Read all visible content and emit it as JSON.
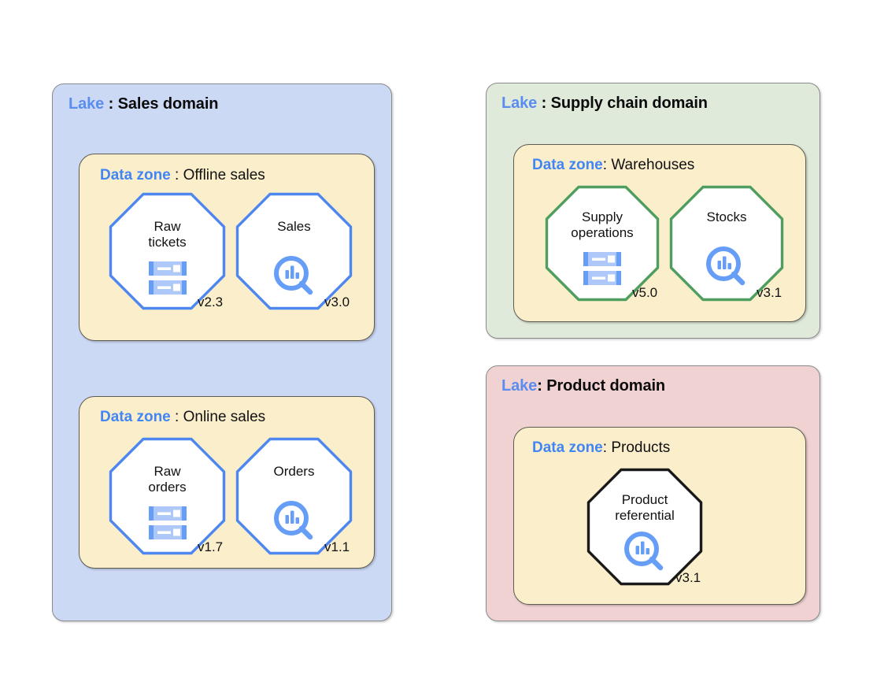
{
  "diagram": {
    "title_keyword_lake": "Lake",
    "title_keyword_zone": "Data zone",
    "colors": {
      "lake_sales_fill": "#ccd9f5",
      "lake_supply_fill": "#dfeada",
      "lake_product_fill": "#f0d2d2",
      "zone_fill": "#faeecb",
      "accent_blue": "#4285f4",
      "keyword_blue": "#5b8def",
      "octagon_blue": "#4d87ef",
      "octagon_green": "#4e9e5f",
      "octagon_black": "#1a1a1a",
      "icon_blue_dark": "#669df6",
      "icon_blue_light": "#aec8fa"
    }
  },
  "lakes": [
    {
      "id": "sales",
      "keyword": "Lake",
      "separator": " : ",
      "name": "Sales domain",
      "fill": "#ccd9f5",
      "zones": [
        {
          "id": "offline-sales",
          "keyword": "Data zone",
          "separator": " : ",
          "name": "Offline sales",
          "assets": [
            {
              "id": "raw-tickets",
              "label": "Raw\ntickets",
              "version": "v2.3",
              "icon": "database-icon",
              "stroke": "#4d87ef"
            },
            {
              "id": "sales",
              "label": "Sales",
              "version": "v3.0",
              "icon": "data-search-chart-icon",
              "stroke": "#4d87ef"
            }
          ]
        },
        {
          "id": "online-sales",
          "keyword": "Data zone",
          "separator": " : ",
          "name": "Online sales",
          "assets": [
            {
              "id": "raw-orders",
              "label": "Raw\norders",
              "version": "v1.7",
              "icon": "database-icon",
              "stroke": "#4d87ef"
            },
            {
              "id": "orders",
              "label": "Orders",
              "version": "v1.1",
              "icon": "data-search-chart-icon",
              "stroke": "#4d87ef"
            }
          ]
        }
      ]
    },
    {
      "id": "supply-chain",
      "keyword": "Lake",
      "separator": " : ",
      "name": "Supply chain domain",
      "fill": "#dfeada",
      "zones": [
        {
          "id": "warehouses",
          "keyword": "Data zone",
          "separator": ": ",
          "name": "Warehouses",
          "assets": [
            {
              "id": "supply-operations",
              "label": "Supply\noperations",
              "version": "v5.0",
              "icon": "database-icon",
              "stroke": "#4e9e5f"
            },
            {
              "id": "stocks",
              "label": "Stocks",
              "version": "v3.1",
              "icon": "data-search-chart-icon",
              "stroke": "#4e9e5f"
            }
          ]
        }
      ]
    },
    {
      "id": "product",
      "keyword": "Lake",
      "separator": ": ",
      "name": "Product domain",
      "fill": "#f0d2d2",
      "zones": [
        {
          "id": "products",
          "keyword": "Data zone",
          "separator": ": ",
          "name": "Products",
          "assets": [
            {
              "id": "product-referential",
              "label": "Product\nreferential",
              "version": "v3.1",
              "icon": "data-search-chart-icon",
              "stroke": "#1a1a1a"
            }
          ]
        }
      ]
    }
  ]
}
